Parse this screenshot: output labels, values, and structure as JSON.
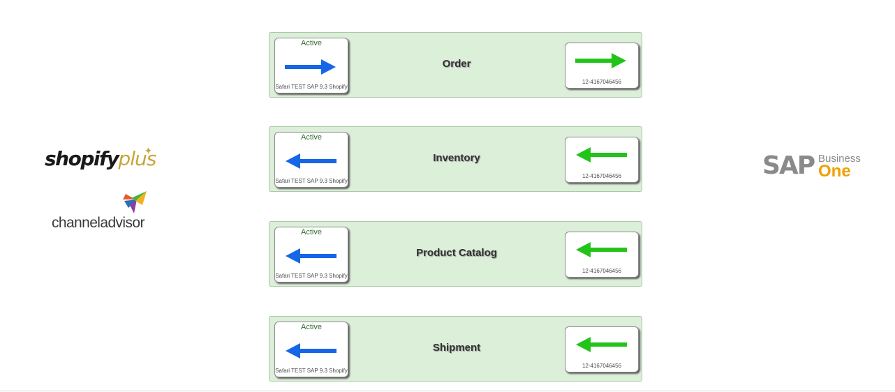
{
  "logos": {
    "left": [
      {
        "name": "shopify-plus-logo",
        "text_main": "shopify",
        "text_accent": "plus"
      },
      {
        "name": "channeladvisor-logo",
        "text": "channeladvisor"
      }
    ],
    "right": {
      "name": "sap-business-one-logo",
      "text_sap": "SAP",
      "text_business": "Business",
      "text_one": "One"
    }
  },
  "flows": [
    {
      "title": "Order",
      "status": "Active",
      "source_name": "Safari TEST SAP 9.3 Shopify",
      "target_id": "12-4167046456",
      "direction": "right"
    },
    {
      "title": "Inventory",
      "status": "Active",
      "source_name": "Safari TEST SAP 9.3 Shopify",
      "target_id": "12-4167046456",
      "direction": "left"
    },
    {
      "title": "Product Catalog",
      "status": "Active",
      "source_name": "Safari TEST SAP 9.3 Shopify",
      "target_id": "12-4167046456",
      "direction": "left"
    },
    {
      "title": "Shipment",
      "status": "Active",
      "source_name": "Safari TEST SAP 9.3 Shopify",
      "target_id": "12-4167046456",
      "direction": "left"
    }
  ],
  "colors": {
    "panel_bg": "#dcefd9",
    "source_arrow": "#1666e8",
    "target_arrow": "#22c41a",
    "status_text": "#2f6b2f",
    "shopify_accent": "#c9a43a",
    "sap_one": "#f0a000"
  },
  "icons": {
    "source_arrow": "arrow-icon",
    "target_arrow": "arrow-icon"
  }
}
